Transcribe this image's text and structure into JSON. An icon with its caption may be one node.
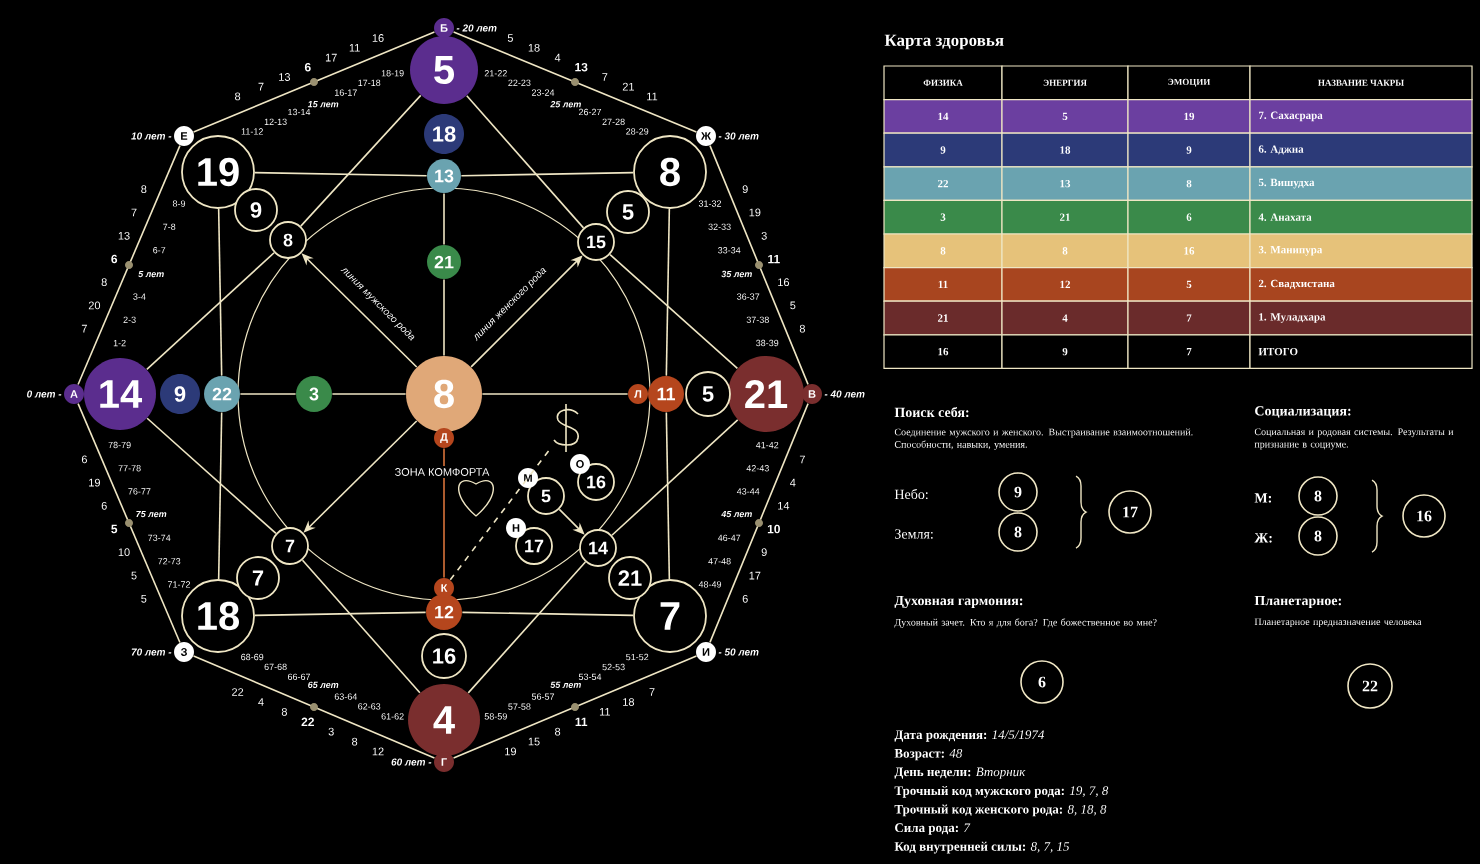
{
  "diagram": {
    "nodes": [
      {
        "text": [
          "5"
        ]
      },
      {
        "text": [
          "18"
        ]
      },
      {
        "text": [
          "13"
        ]
      },
      {
        "text": [
          "21"
        ]
      },
      {
        "text": [
          "8"
        ]
      },
      {
        "text": [
          "14"
        ]
      },
      {
        "text": [
          "9"
        ]
      },
      {
        "text": [
          "22"
        ]
      },
      {
        "text": [
          "3"
        ]
      },
      {
        "text": [
          "21"
        ]
      },
      {
        "text": [
          "5"
        ]
      },
      {
        "text": [
          "11"
        ]
      },
      {
        "text": [
          "4"
        ]
      },
      {
        "text": [
          "16"
        ]
      },
      {
        "text": [
          "12"
        ]
      },
      {
        "text": [
          "19"
        ]
      },
      {
        "text": [
          "9"
        ]
      },
      {
        "text": [
          "8"
        ]
      },
      {
        "text": [
          "8"
        ]
      },
      {
        "text": [
          "5"
        ]
      },
      {
        "text": [
          "15"
        ]
      },
      {
        "text": [
          "18"
        ]
      },
      {
        "text": [
          "7"
        ]
      },
      {
        "text": [
          "7"
        ]
      },
      {
        "text": [
          "7"
        ]
      },
      {
        "text": [
          "21"
        ]
      },
      {
        "text": [
          "14"
        ]
      },
      {
        "text": [
          "5"
        ]
      },
      {
        "text": [
          "16"
        ]
      },
      {
        "text": [
          "17"
        ]
      },
      {
        "text": [
          "А"
        ]
      },
      {
        "text": [
          "Б"
        ]
      },
      {
        "text": [
          "В"
        ]
      },
      {
        "text": [
          "Г"
        ]
      },
      {
        "text": [
          "Д"
        ]
      },
      {
        "text": [
          "Е"
        ]
      },
      {
        "text": [
          "Ж"
        ]
      },
      {
        "text": [
          "З"
        ]
      },
      {
        "text": [
          "И"
        ]
      },
      {
        "text": [
          "К"
        ]
      },
      {
        "text": [
          "Л"
        ]
      },
      {
        "text": [
          "М"
        ]
      },
      {
        "text": [
          "Н"
        ]
      },
      {
        "text": [
          "О"
        ]
      },
      {
        "text": [
          "9"
        ]
      },
      {
        "text": [
          "8"
        ]
      },
      {
        "text": [
          "17"
        ]
      },
      {
        "text": [
          "8"
        ]
      },
      {
        "text": [
          "8"
        ]
      },
      {
        "text": [
          "16"
        ]
      },
      {
        "text": [
          "6"
        ]
      },
      {
        "text": [
          "22"
        ]
      },
      {
        "text": [],
        "shape": "picture"
      }
    ],
    "edges": [
      {
        "from": 30,
        "to": 35,
        "arrow": "none"
      },
      {
        "from": 35,
        "to": 31,
        "arrow": "none"
      },
      {
        "from": 31,
        "to": 36,
        "arrow": "none"
      },
      {
        "from": 36,
        "to": 32,
        "arrow": "none"
      },
      {
        "from": 32,
        "to": 38,
        "arrow": "none"
      },
      {
        "from": 38,
        "to": 33,
        "arrow": "none"
      },
      {
        "from": 33,
        "to": 37,
        "arrow": "none"
      },
      {
        "from": 37,
        "to": 30,
        "arrow": "none"
      },
      {
        "from": 5,
        "to": 17,
        "arrow": "none"
      },
      {
        "from": 17,
        "to": 0,
        "arrow": "none"
      },
      {
        "from": 0,
        "to": 20,
        "arrow": "none"
      },
      {
        "from": 20,
        "to": 9,
        "arrow": "none"
      },
      {
        "from": 9,
        "to": 26,
        "arrow": "none"
      },
      {
        "from": 26,
        "to": 12,
        "arrow": "none"
      },
      {
        "from": 12,
        "to": 23,
        "arrow": "none"
      },
      {
        "from": 23,
        "to": 5,
        "arrow": "none"
      },
      {
        "from": 15,
        "to": 2,
        "arrow": "none"
      },
      {
        "from": 2,
        "to": 18,
        "arrow": "none"
      },
      {
        "from": 18,
        "to": 11,
        "arrow": "none"
      },
      {
        "from": 11,
        "to": 24,
        "arrow": "none"
      },
      {
        "from": 24,
        "to": 14,
        "arrow": "none"
      },
      {
        "from": 14,
        "to": 21,
        "arrow": "none"
      },
      {
        "from": 21,
        "to": 7,
        "arrow": "none"
      },
      {
        "from": 7,
        "to": 15,
        "arrow": "none"
      },
      {
        "from": 2,
        "to": 3,
        "arrow": "none"
      },
      {
        "from": 3,
        "to": 4,
        "arrow": "none"
      },
      {
        "from": 7,
        "to": 8,
        "arrow": "none"
      },
      {
        "from": 8,
        "to": 4,
        "arrow": "none"
      },
      {
        "from": 4,
        "to": 40,
        "arrow": "none"
      },
      {
        "from": 34,
        "to": 39,
        "arrow": "none",
        "color": "#d9733a"
      },
      {
        "from": 4,
        "to": 17,
        "arrow": "to"
      },
      {
        "from": 4,
        "to": 20,
        "arrow": "to"
      },
      {
        "from": 4,
        "to": 23,
        "arrow": "to"
      },
      {
        "from": 27,
        "to": 26,
        "arrow": "to"
      },
      {
        "from": 39,
        "to": 52,
        "arrow": "none",
        "style": "dashed"
      }
    ],
    "labels": [
      "0 лет -",
      "10 лет -",
      "- 20 лет",
      "- 30 лет",
      "- 40 лет",
      "- 50 лет",
      "60 лет -",
      "70 лет -",
      "7",
      "1-2",
      "20",
      "2-3",
      "8",
      "3-4",
      "6",
      "5 лет",
      "13",
      "6-7",
      "7",
      "7-8",
      "8",
      "8-9",
      "8",
      "11-12",
      "7",
      "12-13",
      "13",
      "13-14",
      "6",
      "15 лет",
      "17",
      "16-17",
      "11",
      "17-18",
      "16",
      "18-19",
      "5",
      "21-22",
      "18",
      "22-23",
      "4",
      "23-24",
      "13",
      "25 лет",
      "7",
      "26-27",
      "21",
      "27-28",
      "11",
      "28-29",
      "9",
      "31-32",
      "19",
      "32-33",
      "3",
      "33-34",
      "11",
      "35 лет",
      "16",
      "36-37",
      "5",
      "37-38",
      "8",
      "38-39",
      "7",
      "41-42",
      "4",
      "42-43",
      "14",
      "43-44",
      "10",
      "45 лет",
      "9",
      "46-47",
      "17",
      "47-48",
      "6",
      "48-49",
      "7",
      "51-52",
      "18",
      "52-53",
      "11",
      "53-54",
      "11",
      "55 лет",
      "8",
      "56-57",
      "15",
      "57-58",
      "19",
      "58-59",
      "12",
      "61-62",
      "8",
      "62-63",
      "3",
      "63-64",
      "22",
      "65 лет",
      "8",
      "66-67",
      "4",
      "67-68",
      "22",
      "68-69",
      "5",
      "71-72",
      "5",
      "72-73",
      "10",
      "73-74",
      "5",
      "75 лет",
      "6",
      "76-77",
      "19",
      "77-78",
      "6",
      "78-79",
      "линия мужского рода",
      "линия женского рода",
      "ЗОНА КОМФОРТА",
      "Карта здоровья",
      "ФИЗИКА",
      "ЭНЕРГИЯ",
      "ЭМОЦИИ",
      "НАЗВАНИЕ ЧАКРЫ",
      "14",
      "5",
      "19",
      "7. Сахасрара",
      "9",
      "18",
      "9",
      "6. Аджна",
      "22",
      "13",
      "8",
      "5. Вишудха",
      "3",
      "21",
      "6",
      "4. Анахата",
      "8",
      "8",
      "16",
      "3. Манипура",
      "11",
      "12",
      "5",
      "2. Свадхистана",
      "21",
      "4",
      "7",
      "1. Муладхара",
      "16",
      "9",
      "7",
      "ИТОГО",
      "Поиск себя:",
      "Соединение мужского и женского. Выстраивание взаимоотношений. Способности, навыки, умения.",
      "Небо:",
      "Земля:",
      "Социализация:",
      "Социальная и родовая системы. Результаты и признание в социуме.",
      "М:",
      "Ж:",
      "Духовная гармония:",
      "Духовный зачет. Кто я для бога? Где божественное во мне?",
      "Планетарное:",
      "Планетарное предназначение человека",
      "**Дата рождения:** *14/5/1974*",
      "**Возраст:** *48*",
      "**День недели:** *Вторник*",
      "**Трочный код мужского рода:** *19, 7, 8*",
      "**Трочный код женского рода:** *8, 18, 8*",
      "**Сила рода:** *7*",
      "**Код внутренней силы:** *8, 7, 15*"
    ]
  }
}
